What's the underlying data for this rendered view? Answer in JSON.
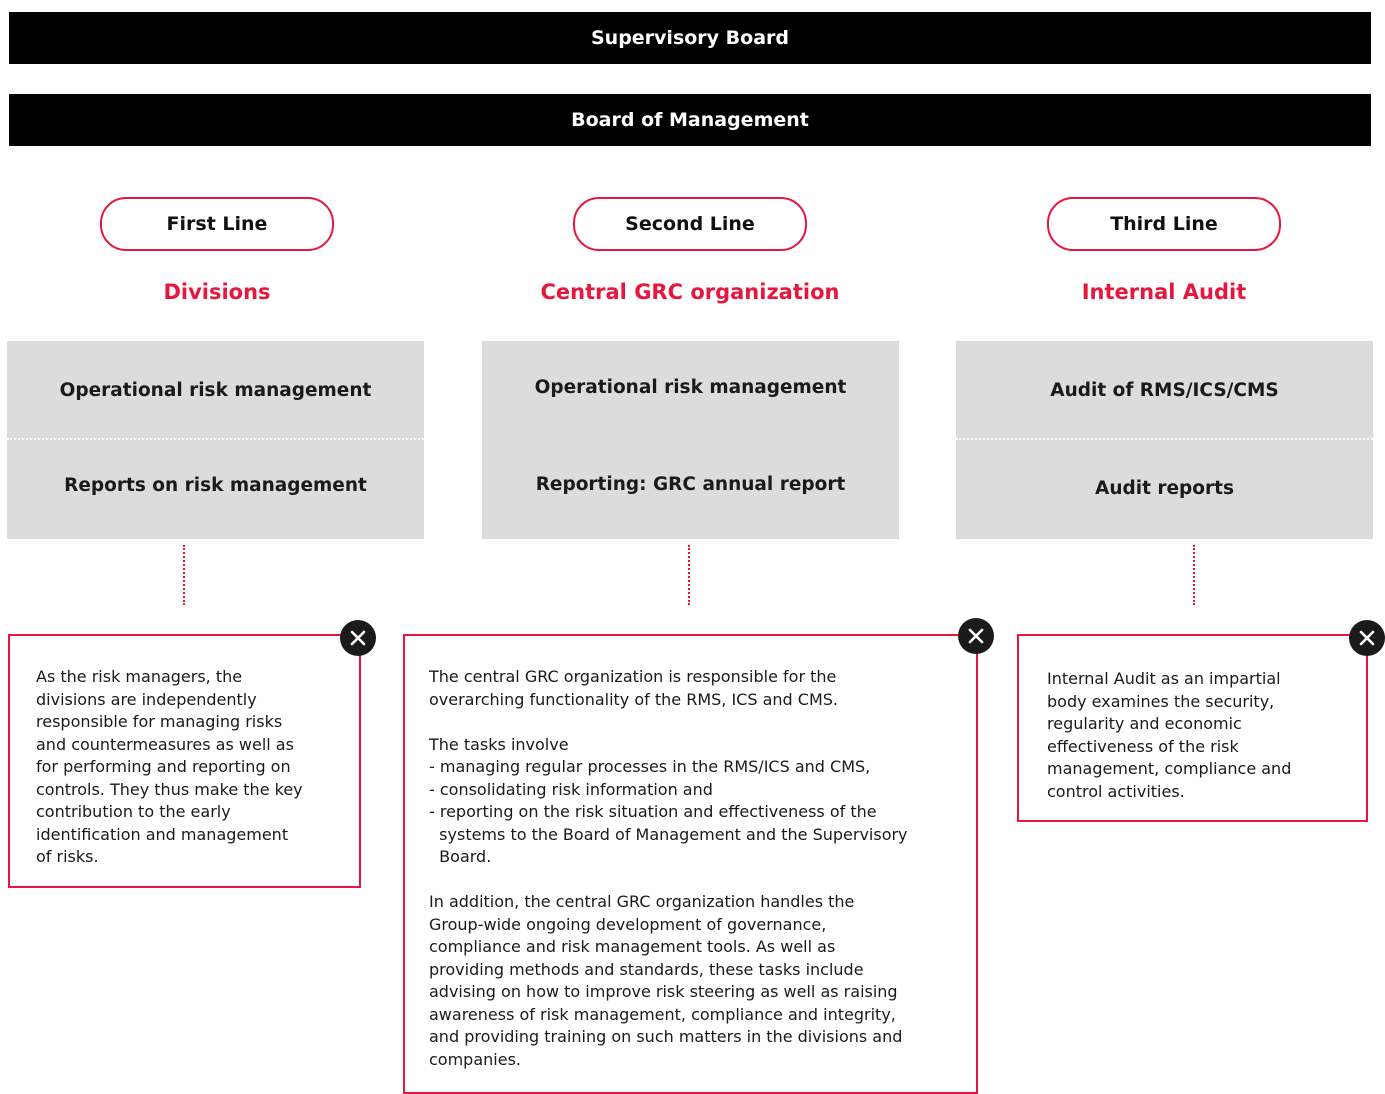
{
  "header": {
    "supervisory_board": "Supervisory Board",
    "board_of_management": "Board of Management"
  },
  "columns": [
    {
      "line_label": "First Line",
      "title": "Divisions",
      "top_item": "Operational risk management",
      "bottom_item": "Reports on risk management",
      "description": "As the risk managers, the\ndivisions are independently\nresponsible for managing risks\nand countermeasures as well as\nfor performing and reporting on\ncontrols. They thus make the key\ncontribution to the early\nidentification and management\nof risks."
    },
    {
      "line_label": "Second Line",
      "title": "Central GRC organization",
      "top_item": "Operational risk management",
      "bottom_item": "Reporting: GRC annual report",
      "description": "The central GRC organization is responsible for the\noverarching functionality of the RMS, ICS and CMS.\n\nThe tasks involve\n- managing regular processes in the RMS/ICS and CMS,\n- consolidating risk information and\n- reporting on the risk situation and effectiveness of the\n  systems to the Board of Management and the Supervisory\n  Board.\n\nIn addition, the central GRC organization handles the\nGroup-wide ongoing development of governance,\ncompliance and risk management tools. As well as\nproviding methods and standards, these tasks include\nadvising on how to improve risk steering as well as raising\nawareness of risk management, compliance and integrity,\nand providing training on such matters in the divisions and\ncompanies."
    },
    {
      "line_label": "Third Line",
      "title": "Internal Audit",
      "top_item": "Audit of RMS/ICS/CMS",
      "bottom_item": "Audit reports",
      "description": "Internal Audit as an impartial\nbody examines the security,\nregularity and economic\neffectiveness of the risk\nmanagement, compliance and\ncontrol activities."
    }
  ],
  "colors": {
    "accent": "#e5173f",
    "bar": "#000000",
    "box": "#dcdcdc"
  },
  "icons": {
    "close": "close-icon"
  }
}
